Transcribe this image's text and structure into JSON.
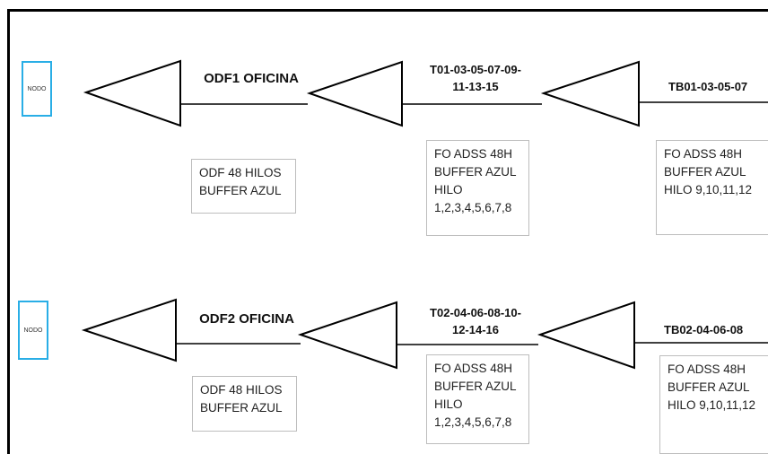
{
  "rows": [
    {
      "nodo_label": "NODO",
      "odf_title": "ODF1 OFICINA",
      "splice_title": [
        "T01-03-05-07-09-",
        "11-13-15"
      ],
      "tb_title": "TB01-03-05-07",
      "odf_box": [
        "ODF 48 HILOS",
        "BUFFER AZUL"
      ],
      "mid_box": [
        "FO ADSS 48H",
        "BUFFER AZUL",
        "HILO",
        "1,2,3,4,5,6,7,8"
      ],
      "right_box": [
        "FO ADSS 48H",
        "BUFFER AZUL",
        "HILO 9,10,11,12"
      ]
    },
    {
      "nodo_label": "NODO",
      "odf_title": "ODF2 OFICINA",
      "splice_title": [
        "T02-04-06-08-10-",
        "12-14-16"
      ],
      "tb_title": "TB02-04-06-08",
      "odf_box": [
        "ODF 48 HILOS",
        "BUFFER AZUL"
      ],
      "mid_box": [
        "FO ADSS 48H",
        "BUFFER AZUL",
        "HILO",
        "1,2,3,4,5,6,7,8"
      ],
      "right_box": [
        "FO ADSS 48H",
        "BUFFER AZUL",
        "HILO 9,10,11,12"
      ]
    }
  ],
  "colors": {
    "nodo_border": "#29aee6",
    "line": "#000000",
    "box_border": "#bdbdbd"
  }
}
